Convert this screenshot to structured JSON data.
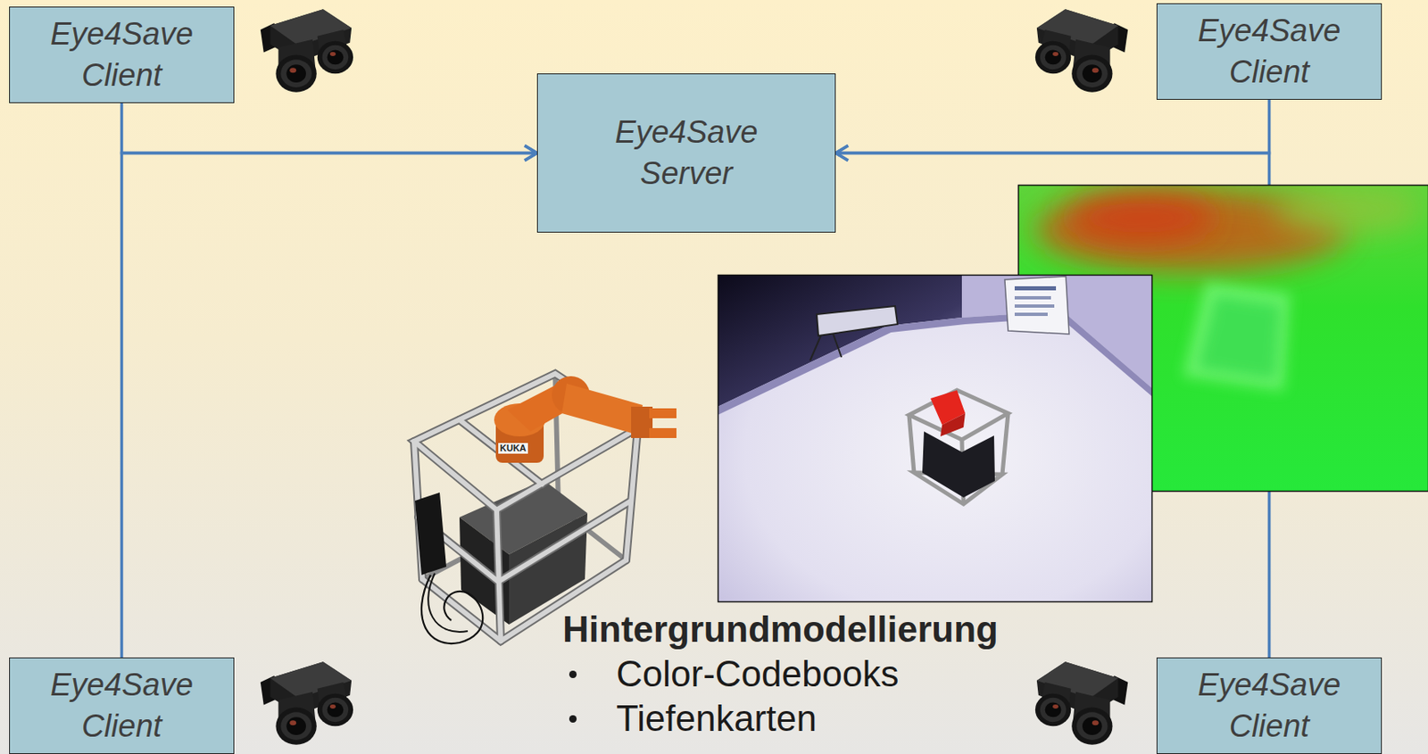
{
  "diagram": {
    "nodes": [
      {
        "text": [
          "Eye4Save Client"
        ]
      },
      {
        "text": [
          "Eye4Save Client"
        ]
      },
      {
        "text": [
          "Eye4Save Server"
        ]
      },
      {
        "text": [
          "Eye4Save Client"
        ]
      },
      {
        "text": [
          "Eye4Save Client"
        ]
      }
    ],
    "edges": [
      {
        "from": 0,
        "to": 2,
        "arrow": "to"
      },
      {
        "from": 1,
        "to": 2,
        "arrow": "to"
      },
      {
        "from": 3,
        "to": 2,
        "arrow": "to"
      },
      {
        "from": 4,
        "to": 2,
        "arrow": "to"
      }
    ],
    "labels": [
      "KUKA",
      "Hintergrundmodellierung",
      "Color-Codebooks",
      "Tiefenkarten"
    ]
  }
}
